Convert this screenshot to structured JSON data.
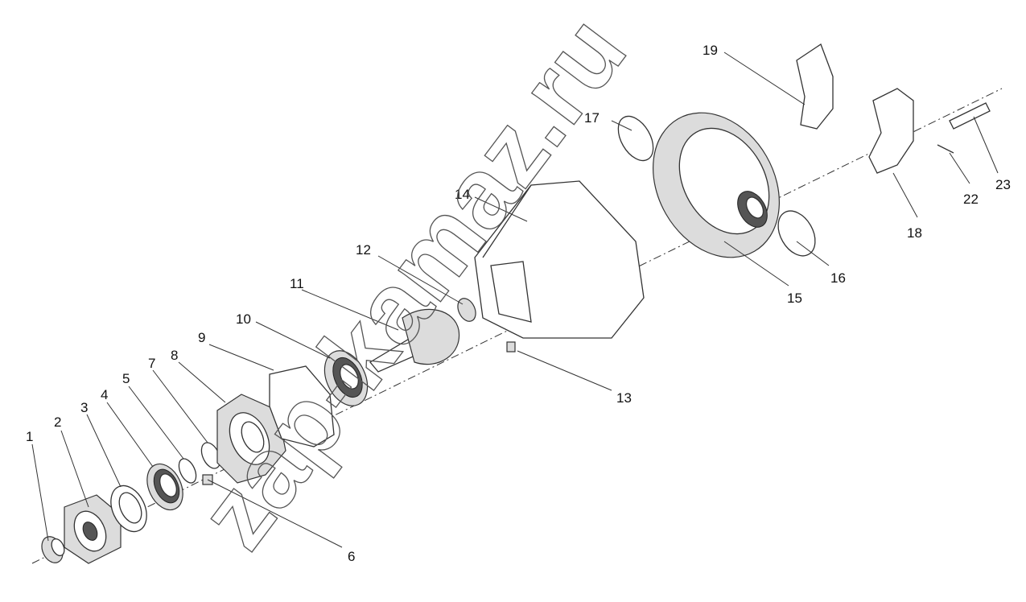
{
  "watermark": "zap-kamaz.ru",
  "callouts": [
    {
      "id": "1",
      "label": "1"
    },
    {
      "id": "2",
      "label": "2"
    },
    {
      "id": "3",
      "label": "3"
    },
    {
      "id": "4",
      "label": "4"
    },
    {
      "id": "5",
      "label": "5"
    },
    {
      "id": "6",
      "label": "6"
    },
    {
      "id": "7",
      "label": "7"
    },
    {
      "id": "8",
      "label": "8"
    },
    {
      "id": "9",
      "label": "9"
    },
    {
      "id": "10",
      "label": "10"
    },
    {
      "id": "11",
      "label": "11"
    },
    {
      "id": "12",
      "label": "12"
    },
    {
      "id": "13",
      "label": "13"
    },
    {
      "id": "14",
      "label": "14"
    },
    {
      "id": "15",
      "label": "15"
    },
    {
      "id": "16",
      "label": "16"
    },
    {
      "id": "17",
      "label": "17"
    },
    {
      "id": "18",
      "label": "18"
    },
    {
      "id": "19",
      "label": "19"
    },
    {
      "id": "22",
      "label": "22"
    },
    {
      "id": "23",
      "label": "23"
    }
  ]
}
